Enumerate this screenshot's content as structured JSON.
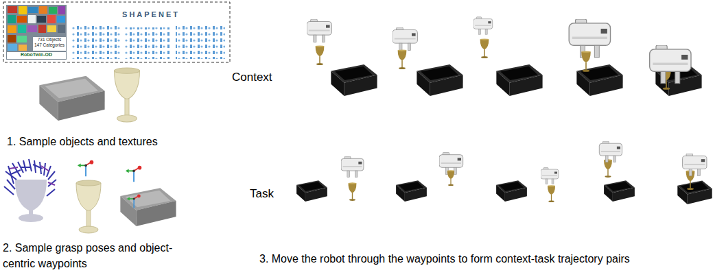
{
  "diagram": {
    "labels": [
      "SHAPENET",
      "731 Objects 147 Categories",
      "RoboTwin-OD",
      "Context",
      "1. Sample objects and textures",
      "Task",
      "2. Sample grasp poses and object-centric waypoints",
      "3. Move the robot through the waypoints to form context-task trajectory pairs"
    ]
  }
}
